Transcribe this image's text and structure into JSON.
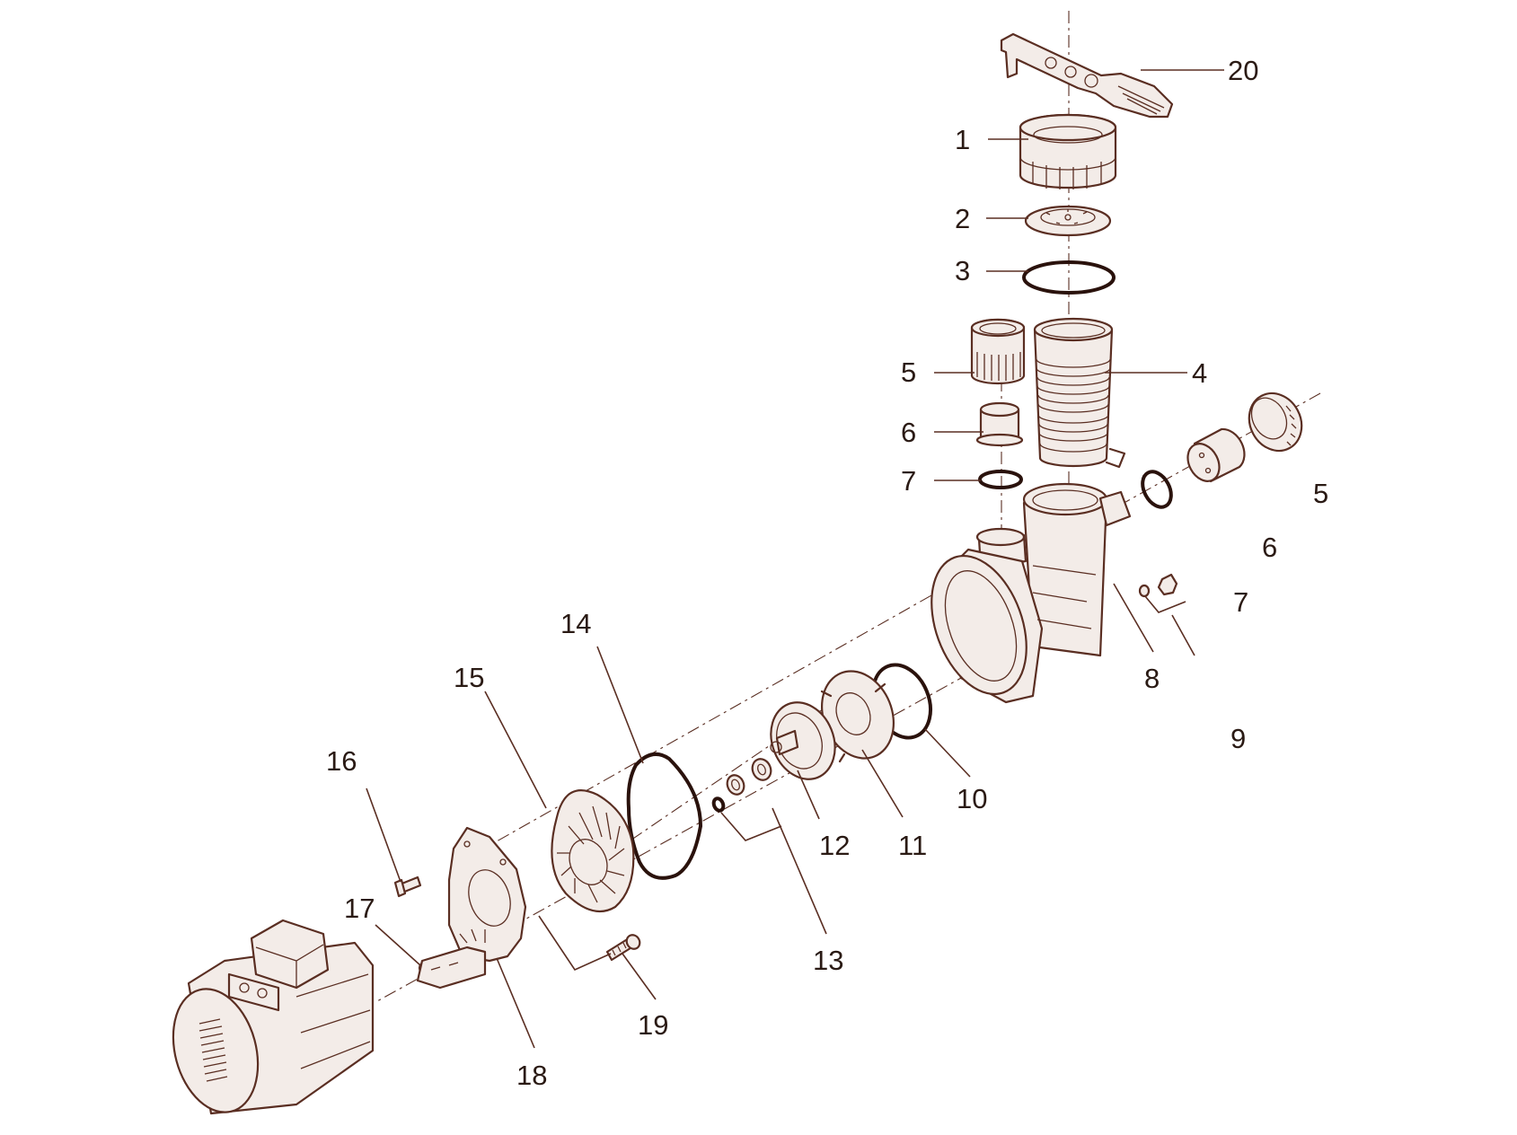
{
  "diagram": {
    "callouts": [
      {
        "id": "c20",
        "text": "20"
      },
      {
        "id": "c1",
        "text": "1"
      },
      {
        "id": "c2",
        "text": "2"
      },
      {
        "id": "c3",
        "text": "3"
      },
      {
        "id": "c5a",
        "text": "5"
      },
      {
        "id": "c4",
        "text": "4"
      },
      {
        "id": "c6a",
        "text": "6"
      },
      {
        "id": "c7a",
        "text": "7"
      },
      {
        "id": "c5b",
        "text": "5"
      },
      {
        "id": "c6b",
        "text": "6"
      },
      {
        "id": "c7b",
        "text": "7"
      },
      {
        "id": "c8",
        "text": "8"
      },
      {
        "id": "c9",
        "text": "9"
      },
      {
        "id": "c10",
        "text": "10"
      },
      {
        "id": "c11",
        "text": "11"
      },
      {
        "id": "c12",
        "text": "12"
      },
      {
        "id": "c13",
        "text": "13"
      },
      {
        "id": "c14",
        "text": "14"
      },
      {
        "id": "c15",
        "text": "15"
      },
      {
        "id": "c16",
        "text": "16"
      },
      {
        "id": "c17",
        "text": "17"
      },
      {
        "id": "c18",
        "text": "18"
      },
      {
        "id": "c19",
        "text": "19"
      }
    ],
    "colors": {
      "line": "#5a2e22",
      "dark": "#2a120c",
      "text": "#2a1a14",
      "background": "#ffffff"
    }
  }
}
